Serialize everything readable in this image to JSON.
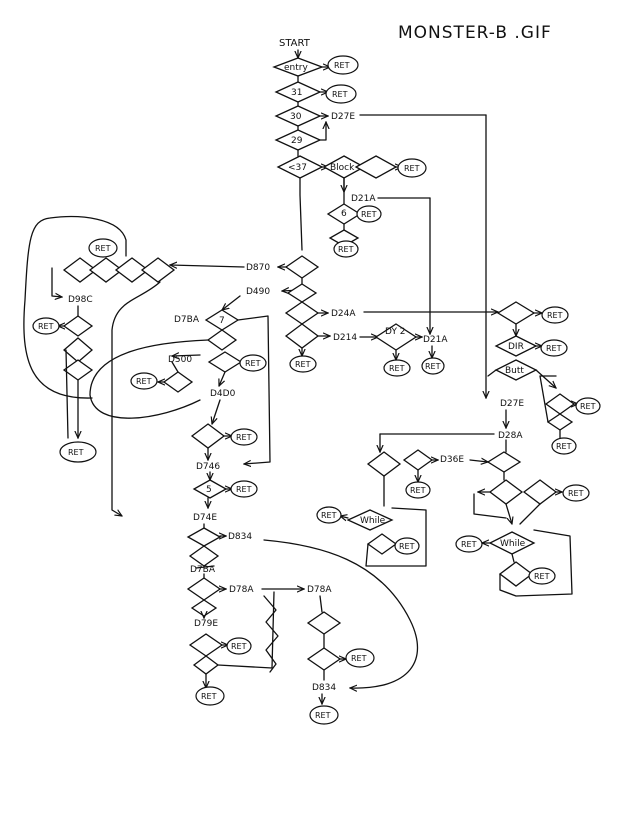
{
  "title": "MONSTER-B .GIF",
  "start": "START",
  "ret": "RET",
  "diamonds": {
    "entry": "entry",
    "n31": "31",
    "n30": "30",
    "n29": "29",
    "lt37": "<37",
    "block": "Block",
    "n6": "6",
    "n7": "7",
    "n5": "5",
    "dy2": "DY 2",
    "dir": "DIR",
    "butt": "Butt",
    "while1": "While",
    "while2": "While"
  },
  "labels": {
    "d27e_top": "D27E",
    "d21a_top": "D21A",
    "d870": "D870",
    "d98c": "D98C",
    "d490": "D490",
    "d24a": "D24A",
    "d214": "D214",
    "d21a_mid": "D21A",
    "d27e_right": "D27E",
    "d500": "D500",
    "d4d0": "D4D0",
    "d746": "D746",
    "d28a": "D28A",
    "d36e": "D36E",
    "d74e": "D74E",
    "d834_top": "D834",
    "d78a_left": "D78A",
    "d78a_right": "D78A",
    "d79e": "D79E",
    "d834_bottom": "D834",
    "scribble": "D7BA"
  }
}
